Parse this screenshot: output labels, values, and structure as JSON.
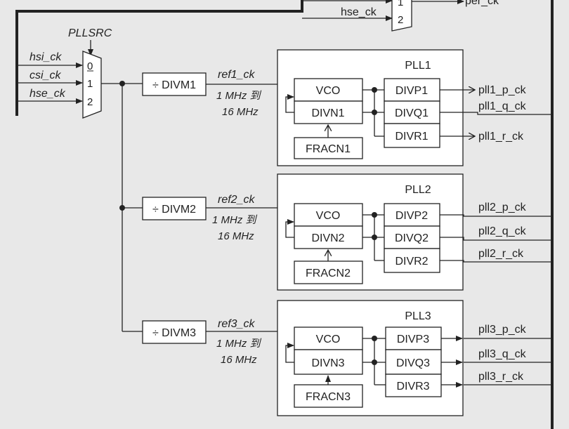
{
  "top": {
    "per_ck": "per_ck",
    "hse_ck": "hse_ck",
    "mux_in_1": "1",
    "mux_in_2": "2"
  },
  "mux": {
    "label": "PLLSRC",
    "inputs": [
      "hsi_ck",
      "csi_ck",
      "hse_ck"
    ],
    "sel": [
      "0",
      "1",
      "2"
    ]
  },
  "channels": [
    {
      "divm": "÷ DIVM1",
      "ref": "ref1_ck",
      "range1": "1 MHz 到",
      "range2": "16 MHz",
      "pll": "PLL1",
      "vco": "VCO",
      "divn": "DIVN1",
      "fracn": "FRACN1",
      "divp": "DIVP1",
      "divq": "DIVQ1",
      "divr": "DIVR1",
      "p": "pll1_p_ck",
      "q": "pll1_q_ck",
      "r": "pll1_r_ck"
    },
    {
      "divm": "÷ DIVM2",
      "ref": "ref2_ck",
      "range1": "1 MHz 到",
      "range2": "16 MHz",
      "pll": "PLL2",
      "vco": "VCO",
      "divn": "DIVN2",
      "fracn": "FRACN2",
      "divp": "DIVP2",
      "divq": "DIVQ2",
      "divr": "DIVR2",
      "p": "pll2_p_ck",
      "q": "pll2_q_ck",
      "r": "pll2_r_ck"
    },
    {
      "divm": "÷ DIVM3",
      "ref": "ref3_ck",
      "range1": "1 MHz 到",
      "range2": "16 MHz",
      "pll": "PLL3",
      "vco": "VCO",
      "divn": "DIVN3",
      "fracn": "FRACN3",
      "divp": "DIVP3",
      "divq": "DIVQ3",
      "divr": "DIVR3",
      "p": "pll3_p_ck",
      "q": "pll3_q_ck",
      "r": "pll3_r_ck"
    }
  ]
}
